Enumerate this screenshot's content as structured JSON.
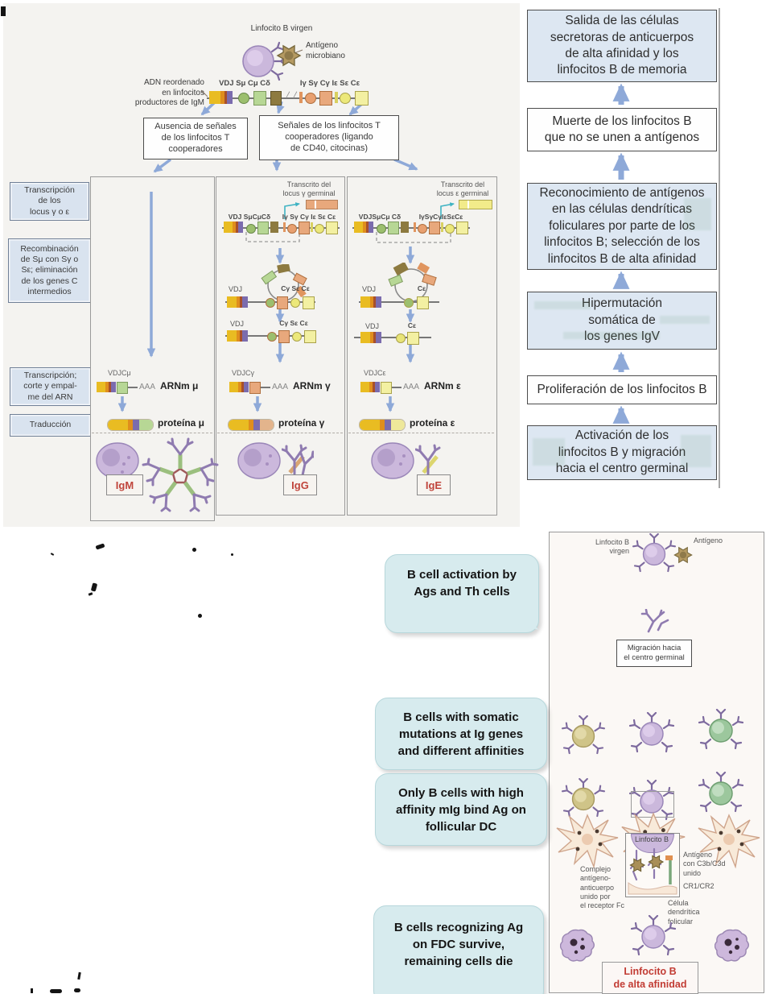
{
  "colors": {
    "arrow_blue": "#8ea9d8",
    "flow_box_blue": "#dde7f2",
    "callout_blue": "#d7ebee",
    "isotype_red": "#c0453c",
    "cyan_arrow": "#3fb3c3"
  },
  "top": {
    "naive_b": "Linfocito B virgen",
    "antigen": "Antígeno\nmicrobiano",
    "adn": "ADN reordenado\nen linfocitos\nproductores de IgM",
    "genes_left": "VDJ Sμ Cμ Cδ",
    "genes_right": "Iγ Sγ Cγ  Iε Sε Cε",
    "box_absence": "Ausencia de señales\nde los linfocitos T\ncooperadores",
    "box_signals": "Señales de los linfocitos T\ncooperadores (ligando\nde CD40, citocinas)",
    "side1": "Transcripción\nde los\nlocus γ o ε",
    "side2": "Recombinación\nde Sμ con Sγ o\nSε; eliminación\nde los genes C\nintermedios",
    "side3": "Transcripción;\ncorte y empal-\nme del ARN",
    "side4": "Traducción",
    "igm": {
      "vdjc": "VDJCμ",
      "aaa": "AAA",
      "arnm": "ARNm μ",
      "prot": "proteína μ",
      "tag": "IgM"
    },
    "igg": {
      "transcript": "Transcrito del\nlocus γ germinal",
      "genes_left": "VDJ SμCμCδ",
      "genes_right": "Iγ Sγ Cγ Iε Sε Cε",
      "vdj": "VDJ",
      "cgse": "Cγ Sε Cε",
      "vdjc": "VDJCγ",
      "aaa": "AAA",
      "arnm": "ARNm γ",
      "prot": "proteína γ",
      "tag": "IgG"
    },
    "ige": {
      "transcript": "Transcrito del\nlocus ε germinal",
      "genes_left": "VDJSμCμ Cδ",
      "genes_right": "IγSγCγIεSεCε",
      "vdj": "VDJ",
      "ce": "Cε",
      "vdjc": "VDJCε",
      "aaa": "AAA",
      "arnm": "ARNm ε",
      "prot": "proteína ε",
      "tag": "IgE"
    }
  },
  "flow": {
    "b1": "Salida de las células\nsecretoras de anticuerpos\nde alta afinidad y los\nlinfocitos B de memoria",
    "b2": "Muerte de los linfocitos B\nque no se unen a antígenos",
    "b3": "Reconocimiento de antígenos\nen las células dendríticas\nfoliculares por parte de los\nlinfocitos B; selección de los\nlinfocitos B de alta afinidad",
    "b4": "Hipermutación\nsomática de\nlos genes IgV",
    "b5": "Proliferación de los linfocitos B",
    "b6": "Activación de los\nlinfocitos B y migración\nhacia el centro germinal"
  },
  "bottom": {
    "c1": "B cell activation by\nAgs and Th cells",
    "c2": "B cells with somatic\nmutations at Ig genes\nand different affinities",
    "c3": "Only B cells with high\naffinity mIg bind Ag on\nfollicular DC",
    "c4": "B cells recognizing Ag\non FDC survive,\nremaining cells die",
    "naive_b": "Linfocito B\nvirgen",
    "antigen": "Antígeno",
    "migration": "Migración hacia\nel centro germinal",
    "linf_b": "Linfocito B",
    "complex": "Complejo\nantígeno-\nanticuerpo\nunido por\nel receptor Fc",
    "ag_c3b": "Antígeno\ncon C3b/C3d\nunido",
    "cr": "CR1/CR2",
    "fdc": "Célula\ndendrítica\nfolicular",
    "high_aff": "Linfocito B\nde alta afinidad"
  }
}
